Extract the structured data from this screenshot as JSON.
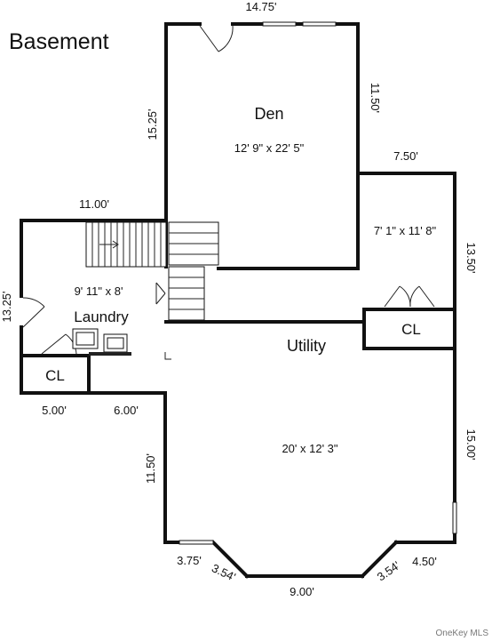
{
  "title": "Basement",
  "credit": "OneKey MLS",
  "rooms": {
    "den": {
      "name": "Den",
      "size": "12' 9\" x 22' 5\""
    },
    "right_room": {
      "size": "7' 1\" x 11' 8\""
    },
    "laundry": {
      "name": "Laundry",
      "size": "9' 11\" x 8'"
    },
    "closet_left": {
      "name": "CL"
    },
    "closet_right": {
      "name": "CL"
    },
    "utility": {
      "name": "Utility",
      "size": "20' x 12' 3\""
    }
  },
  "dimensions": {
    "den_top": "14.75'",
    "den_left": "15.25'",
    "den_right": "11.50'",
    "right_room_top": "7.50'",
    "right_room_right": "13.50'",
    "laundry_top": "11.00'",
    "laundry_left": "13.25'",
    "closet_bottom": "5.00'",
    "step_bottom": "6.00'",
    "utility_left": "11.50'",
    "utility_right": "15.00'",
    "bottom_left_short": "3.75'",
    "bottom_left_diag": "3.54'",
    "bottom_center": "9.00'",
    "bottom_right_diag": "3.54'",
    "bottom_right_short": "4.50'"
  }
}
